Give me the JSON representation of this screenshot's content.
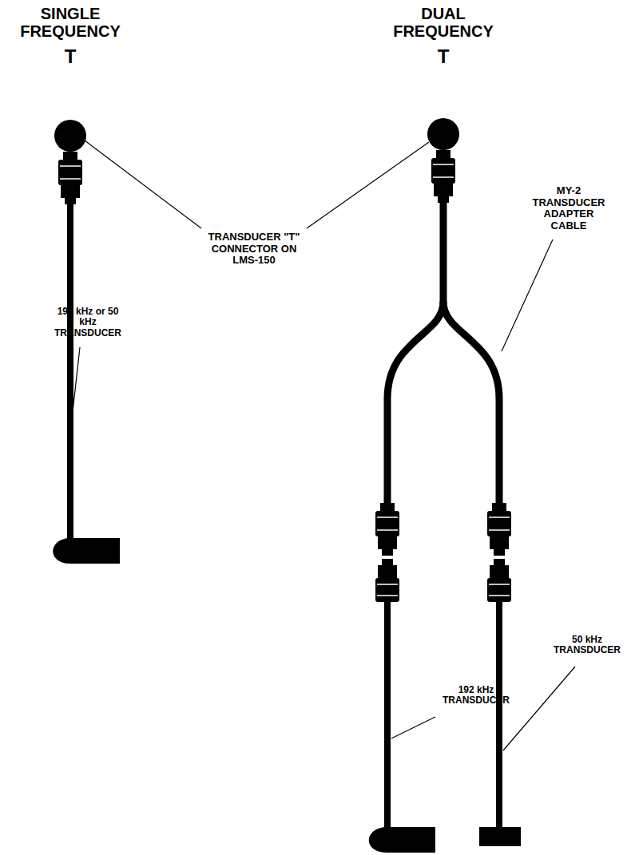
{
  "diagram": {
    "labels": [
      "SINGLE FREQUENCY",
      "DUAL FREQUENCY",
      "T",
      "T",
      "TRANSDUCER \"T\" CONNECTOR ON LMS-150",
      "192 kHz or 50 kHz TRANSDUCER",
      "MY-2 TRANSDUCER ADAPTER CABLE",
      "192 kHz TRANSDUCER",
      "50 kHz TRANSDUCER"
    ]
  }
}
